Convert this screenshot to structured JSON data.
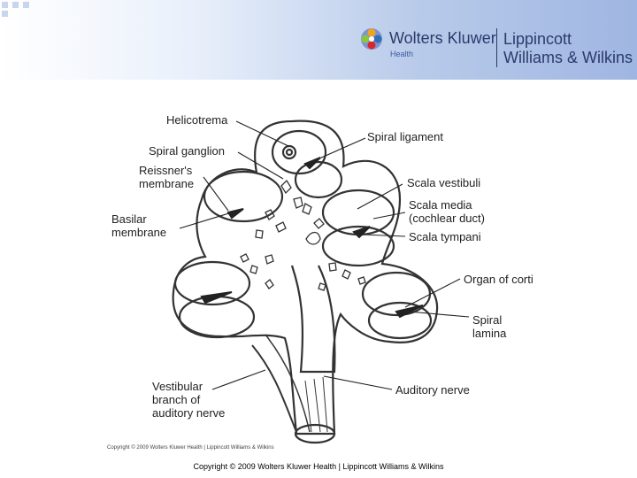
{
  "header": {
    "publisher_name": "Wolters Kluwer",
    "publisher_sub": "Health",
    "imprint_line1": "Lippincott",
    "imprint_line2": "Williams & Wilkins",
    "logo_icon": "wolters-kluwer-logo-icon",
    "colors": {
      "accent": "#2b3a6b",
      "gradient_end": "#9fb6e2"
    }
  },
  "diagram": {
    "labels": {
      "helicotrema": "Helicotrema",
      "spiral_ganglion": "Spiral ganglion",
      "reissners_membrane": "Reissner's\nmembrane",
      "basilar_membrane": "Basilar\nmembrane",
      "spiral_ligament": "Spiral ligament",
      "scala_vestibuli": "Scala vestibuli",
      "scala_media": "Scala media\n(cochlear duct)",
      "scala_tympani": "Scala tympani",
      "organ_of_corti": "Organ of corti",
      "spiral_lamina": "Spiral\nlamina",
      "vestibular_branch": "Vestibular\nbranch of\nauditory nerve",
      "auditory_nerve": "Auditory nerve"
    },
    "figure_copyright": "Copyright © 2009 Wolters Kluwer Health | Lippincott Williams & Wilkins"
  },
  "footer": {
    "copyright": "Copyright © 2009 Wolters Kluwer Health | Lippincott Williams & Wilkins"
  }
}
